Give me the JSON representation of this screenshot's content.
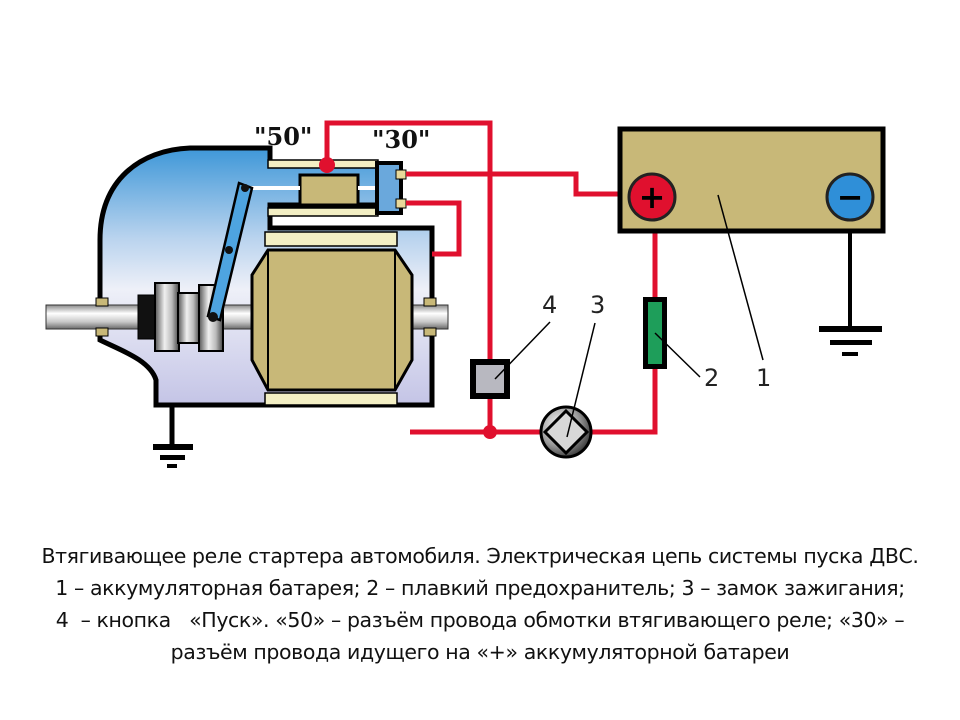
{
  "diagram": {
    "title": "Starter solenoid engine start circuit",
    "terminal_labels": {
      "t50": "\"50\"",
      "t30": "\"30\""
    },
    "battery": {
      "plus_symbol": "+",
      "minus_symbol": "−"
    },
    "callouts": [
      {
        "id": "1",
        "text": "1"
      },
      {
        "id": "2",
        "text": "2"
      },
      {
        "id": "3",
        "text": "3"
      },
      {
        "id": "4",
        "text": "4"
      }
    ],
    "colors": {
      "wire": "#e0102e",
      "battery_body": "#c8b878",
      "plus_terminal": "#e0102e",
      "minus_terminal": "#2f8fd8",
      "fuse": "#1e9e5a",
      "housing_top": "#3e97d8",
      "housing_bottom": "#c8c8e8",
      "armature": "#c8b878",
      "button": "#b8b8c0"
    }
  },
  "caption": {
    "lines": [
      "Втягивающее реле стартера автомобиля. Электрическая цепь системы пуска ДВС.",
      "1 – аккумуляторная батарея; 2 – плавкий предохранитель; 3 – замок зажигания;",
      "4  – кнопка   «Пуск». «50» – разъём провода обмотки втягивающего реле; «30» –",
      "разъём провода идущего на «+» аккумуляторной батареи"
    ]
  }
}
